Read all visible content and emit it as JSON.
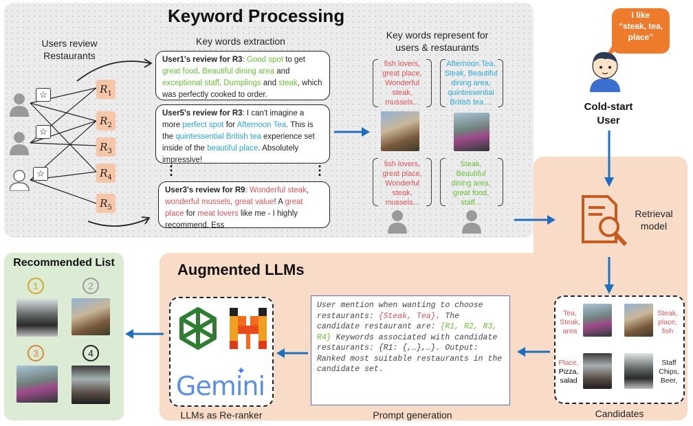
{
  "titles": {
    "keyword_processing": "Keyword Processing",
    "augmented_llms": "Augmented LLMs",
    "recommended_list": "Recommended List"
  },
  "labels": {
    "users_review": "Users review\nRestaurants",
    "keywords_extraction": "Key words extraction",
    "keywords_represent": "Key words represent for\nusers & restaurants",
    "cold_start": "Cold-start\nUser",
    "retrieval_model": "Retrieval\nmodel",
    "candidates": "Candidates",
    "llms_reranker": "LLMs as Re-ranker",
    "prompt_generation": "Prompt generation",
    "speech": "I like\n“steak, tea,\nplace”",
    "ellipsis": "⋮"
  },
  "restaurants": [
    "R1",
    "R2",
    "R3",
    "R4",
    "R5"
  ],
  "reviews": {
    "r1": {
      "head": "User1's review for R3",
      "segments": [
        {
          "t": ": ",
          "c": ""
        },
        {
          "t": "Good spot",
          "c": "g"
        },
        {
          "t": " to get ",
          "c": ""
        },
        {
          "t": "great food",
          "c": "g"
        },
        {
          "t": ". ",
          "c": ""
        },
        {
          "t": "Beautiful dining area",
          "c": "g"
        },
        {
          "t": " and ",
          "c": ""
        },
        {
          "t": "exceptional staff",
          "c": "g"
        },
        {
          "t": ". ",
          "c": ""
        },
        {
          "t": "Dumplings",
          "c": "g"
        },
        {
          "t": " and ",
          "c": ""
        },
        {
          "t": "steak",
          "c": "g"
        },
        {
          "t": ", which was perfectly cooked to order.",
          "c": ""
        }
      ]
    },
    "r2": {
      "head": "User5's review for R3",
      "segments": [
        {
          "t": ": I can't imagine a more ",
          "c": ""
        },
        {
          "t": "perfect spot",
          "c": "b"
        },
        {
          "t": " for ",
          "c": ""
        },
        {
          "t": "Afternoon Tea",
          "c": "b"
        },
        {
          "t": ". This is the ",
          "c": ""
        },
        {
          "t": "quintessential British tea",
          "c": "b"
        },
        {
          "t": " experience set inside of the ",
          "c": ""
        },
        {
          "t": "beautiful place",
          "c": "b"
        },
        {
          "t": ". Absolutely impressive!",
          "c": ""
        }
      ]
    },
    "r3": {
      "head": "User3's review for R9",
      "segments": [
        {
          "t": ": ",
          "c": ""
        },
        {
          "t": "Wonderful steak",
          "c": "r"
        },
        {
          "t": ", ",
          "c": ""
        },
        {
          "t": "wonderful mussels",
          "c": "r"
        },
        {
          "t": ", ",
          "c": ""
        },
        {
          "t": "great value",
          "c": "r"
        },
        {
          "t": "! A ",
          "c": ""
        },
        {
          "t": "great place",
          "c": "r"
        },
        {
          "t": " for ",
          "c": ""
        },
        {
          "t": "meat lovers",
          "c": "r"
        },
        {
          "t": " like me - I highly recommend.  Ess",
          "c": ""
        }
      ]
    }
  },
  "keyword_groups": {
    "red_top": "fish lovers,\ngreat place,\nWonderful\nsteak,\nmussels...",
    "blue_top": "Afternoon Tea,\nSteak, Beautiful\ndining area,\nquintessential\nBritish tea ...",
    "red_bottom": "fish lovers,\ngreat place,\nWonderful\nsteak,\nmussels...",
    "green_bottom": "Steak,\nBeautiful\ndining area,\ngreat food,\nstaff..."
  },
  "candidates": [
    {
      "label": "Tea,\nSteak,\narea",
      "color": "#e0545a"
    },
    {
      "label": "Steak,\nplace,\nfish",
      "color": "#e0545a"
    },
    {
      "label_red": "Place,",
      "label_rest": "\nPizza,\nsalad"
    },
    {
      "label": "Staff\nChips,\nBeer,",
      "color": "#222222"
    }
  ],
  "prompt": {
    "segments": [
      {
        "t": "User  mention when wanting to choose restaurants: ",
        "c": ""
      },
      {
        "t": "{Steak, Tea}",
        "c": "r"
      },
      {
        "t": ". The candidate restaurant are: ",
        "c": ""
      },
      {
        "t": "{R1, R2, R3, R4}",
        "c": "g"
      },
      {
        "t": " Keywords associated with candidate restaurants: {R1: {,…},…}. Output: Ranked most suitable restaurants in the candidate set.",
        "c": ""
      }
    ]
  },
  "llm_logos": {
    "gemini": "Gemini"
  },
  "ranks": [
    {
      "n": "1",
      "color": "#d4a62a"
    },
    {
      "n": "2",
      "color": "#9a9a9a"
    },
    {
      "n": "3",
      "color": "#d9863a"
    },
    {
      "n": "4",
      "color": "#222222"
    }
  ],
  "colors": {
    "arrow": "#1f6fc0",
    "peach": "#f8dcc8",
    "green_panel": "#dcebd3",
    "speech_orange": "#ee7b2c",
    "retrieval_icon": "#c85a1e"
  }
}
